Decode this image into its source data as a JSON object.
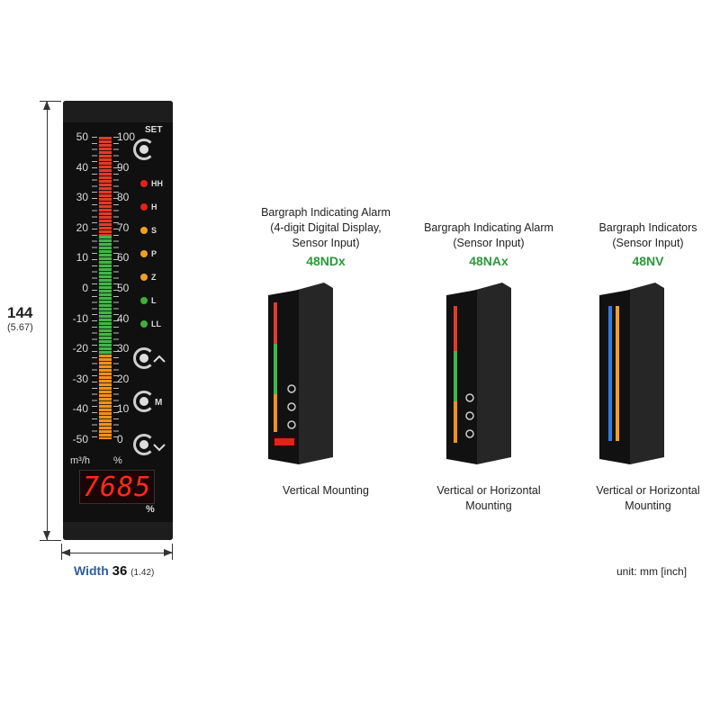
{
  "dimensions": {
    "height_value": "144",
    "height_inch": "(5.67)",
    "width_word": "Width",
    "width_value": "36",
    "width_inch": "(1.42)",
    "unit_note": "unit: mm [inch]"
  },
  "device": {
    "scale_left": [
      "50",
      "40",
      "30",
      "20",
      "10",
      "0",
      "-10",
      "-20",
      "-30",
      "-40",
      "-50"
    ],
    "scale_right": [
      "100",
      "90",
      "80",
      "70",
      "60",
      "50",
      "40",
      "30",
      "20",
      "10",
      "0"
    ],
    "set_label": "SET",
    "alarm_labels": [
      "HH",
      "H",
      "S",
      "P",
      "Z",
      "L",
      "LL"
    ],
    "alarm_colors": [
      "#e0221a",
      "#e0221a",
      "#f0a020",
      "#f0a020",
      "#f0a020",
      "#3fae3a",
      "#3fae3a"
    ],
    "mode_label": "M",
    "unit_left": "m³/h",
    "unit_right": "%",
    "display_value": "7685",
    "display_unit": "%"
  },
  "products": [
    {
      "title_lines": [
        "Bargraph Indicating Alarm",
        "(4-digit Digital Display,",
        "Sensor Input)"
      ],
      "model": "48NDx",
      "mounting": [
        "Vertical Mounting"
      ]
    },
    {
      "title_lines": [
        "Bargraph Indicating Alarm",
        "(Sensor Input)"
      ],
      "model": "48NAx",
      "mounting": [
        "Vertical or Horizontal",
        "Mounting"
      ]
    },
    {
      "title_lines": [
        "Bargraph Indicators",
        "(Sensor Input)"
      ],
      "model": "48NV",
      "mounting": [
        "Vertical or Horizontal",
        "Mounting"
      ]
    }
  ]
}
